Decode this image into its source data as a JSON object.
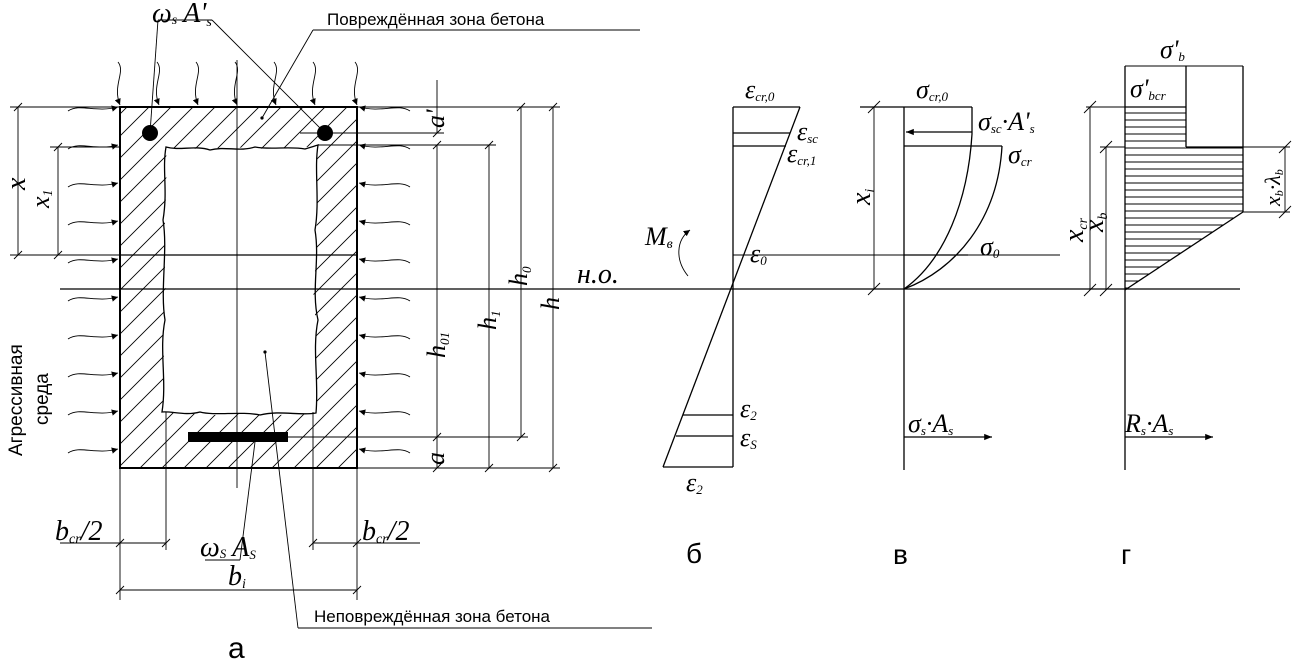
{
  "section_a": {
    "caption": "а",
    "damaged_zone_label": "Повреждённая зона бетона",
    "undamaged_zone_label": "Неповреждённая зона бетона",
    "environment_label_line1": "Агрессивная",
    "environment_label_line2": "среда",
    "top_rebar_w": "ω",
    "top_rebar_w_sub": "s",
    "top_rebar_A": "A'",
    "top_rebar_A_sub": "s",
    "bot_rebar_w": "ω",
    "bot_rebar_w_sub": "S",
    "bot_rebar_A": "A",
    "bot_rebar_A_sub": "S",
    "dim_x": "x",
    "dim_x1": "x",
    "dim_x1_sub": "1",
    "dim_a_top": "a'",
    "dim_a_bot": "a",
    "dim_h01": "h",
    "dim_h01_sub": "01",
    "dim_h1": "h",
    "dim_h1_sub": "1",
    "dim_h0": "h",
    "dim_h0_sub": "0",
    "dim_h": "h",
    "dim_bcr_left": "b",
    "dim_bcr_left_sub": "cr",
    "dim_bcr_left_tail": "/2",
    "dim_bcr_right": "b",
    "dim_bcr_right_sub": "cr",
    "dim_bcr_right_tail": "/2",
    "dim_bi": "b",
    "dim_bi_sub": "i",
    "neutral_axis_label": "н.о."
  },
  "section_b": {
    "caption": "б",
    "moment": "M",
    "moment_sub": "в",
    "eps_cr0": "ε",
    "eps_cr0_sub": "cr,0",
    "eps_sc": "ε",
    "eps_sc_sub": "sc",
    "eps_cr1": "ε",
    "eps_cr1_sub": "cr,1",
    "eps_0": "ε",
    "eps_0_sub": "0",
    "eps_2a": "ε",
    "eps_2a_sub": "2",
    "eps_s": "ε",
    "eps_s_sub": "S",
    "eps_2b": "ε",
    "eps_2b_sub": "2"
  },
  "section_v": {
    "caption": "в",
    "sig_cr0": "σ",
    "sig_cr0_sub": "cr,0",
    "sig_scA": "σ",
    "sig_scA_sub": "sc",
    "sig_scA_tail": "·A'",
    "sig_scA_tail_sub": "s",
    "sig_cr": "σ",
    "sig_cr_sub": "cr",
    "sig_0": "σ",
    "sig_0_sub": "0",
    "x_i": "x",
    "x_i_sub": "i",
    "sig_sA": "σ",
    "sig_sA_sub": "s",
    "sig_sA_tail": "·A",
    "sig_sA_tail_sub": "s"
  },
  "section_g": {
    "caption": "г",
    "sig_b": "σ'",
    "sig_b_sub": "b",
    "sig_bcr": "σ'",
    "sig_bcr_sub": "bcr",
    "x_cr": "x",
    "x_cr_sub": "cr",
    "x_b": "x",
    "x_b_sub": "b",
    "xb_lambda": "x",
    "xb_lambda_sub": "b",
    "xb_lambda_tail": "·λ",
    "xb_lambda_tail_sub": "b",
    "RsAs": "R",
    "RsAs_sub": "s",
    "RsAs_tail": "·A",
    "RsAs_tail_sub": "s"
  }
}
